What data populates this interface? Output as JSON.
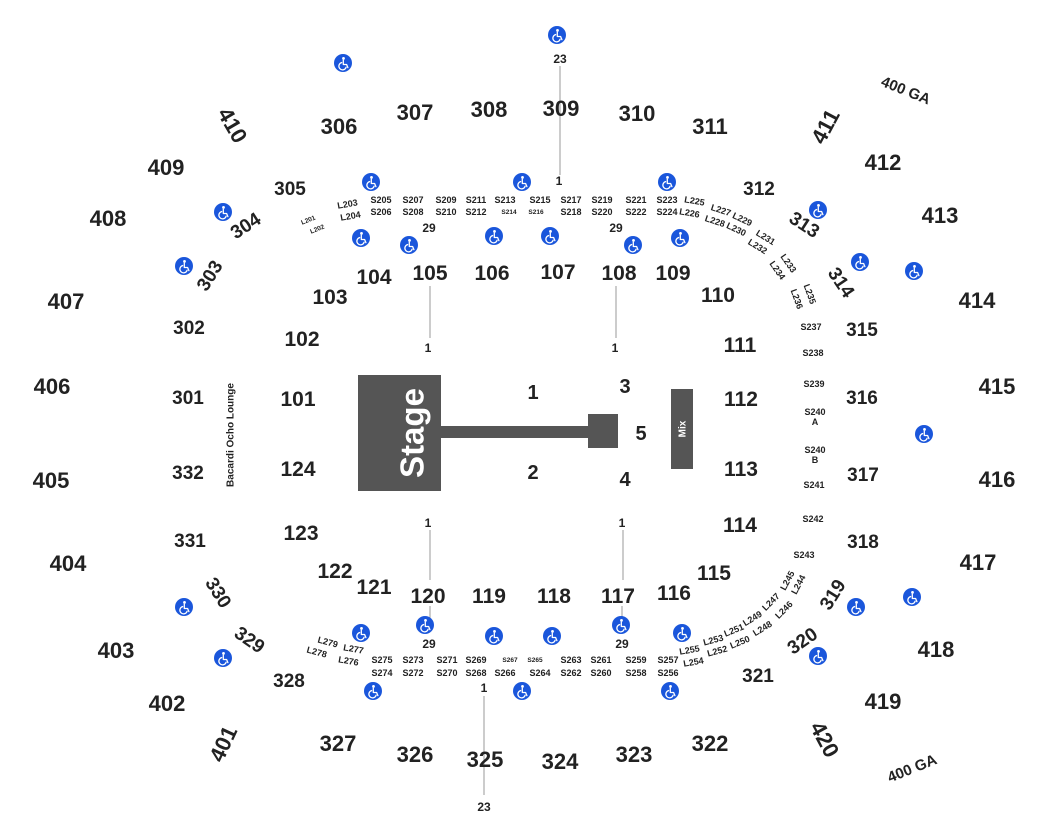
{
  "map": {
    "stage_label": "Stage",
    "mix_label": "Mix",
    "lounge_label": "Bacardi Ocho Lounge",
    "ga_label": "400 GA",
    "floor_sections": [
      "1",
      "2",
      "3",
      "4",
      "5"
    ],
    "aisle_labels": {
      "one": "1",
      "twenty_nine": "29",
      "twenty_three": "23"
    },
    "colors": {
      "stage": "#555555",
      "accessible": "#1a56db",
      "text": "#222222"
    },
    "accessible_icon": "wheelchair-icon",
    "sections_100": [
      "101",
      "102",
      "103",
      "104",
      "105",
      "106",
      "107",
      "108",
      "109",
      "110",
      "111",
      "112",
      "113",
      "114",
      "115",
      "116",
      "117",
      "118",
      "119",
      "120",
      "121",
      "122",
      "123",
      "124"
    ],
    "sections_300": [
      "301",
      "302",
      "303",
      "304",
      "305",
      "306",
      "307",
      "308",
      "309",
      "310",
      "311",
      "312",
      "313",
      "314",
      "315",
      "316",
      "317",
      "318",
      "319",
      "320",
      "321",
      "322",
      "323",
      "324",
      "325",
      "326",
      "327",
      "328",
      "329",
      "330",
      "331",
      "332"
    ],
    "sections_400": [
      "401",
      "402",
      "403",
      "404",
      "405",
      "406",
      "407",
      "408",
      "409",
      "410",
      "411",
      "412",
      "413",
      "414",
      "415",
      "416",
      "417",
      "418",
      "419",
      "420"
    ],
    "suites": [
      "S205",
      "S206",
      "S207",
      "S208",
      "S209",
      "S210",
      "S211",
      "S212",
      "S213",
      "S214",
      "S215",
      "S216",
      "S217",
      "S218",
      "S219",
      "S220",
      "S221",
      "S222",
      "S223",
      "S224",
      "S237",
      "S238",
      "S239",
      "S240 A",
      "S240 B",
      "S241",
      "S242",
      "S243",
      "S256",
      "S257",
      "S258",
      "S259",
      "S260",
      "S261",
      "S262",
      "S263",
      "S264",
      "S265",
      "S266",
      "S267",
      "S268",
      "S269",
      "S270",
      "S271",
      "S272",
      "S273",
      "S274",
      "S275"
    ],
    "loges": [
      "L201",
      "L202",
      "L203",
      "L204",
      "L225",
      "L226",
      "L227",
      "L228",
      "L229",
      "L230",
      "L231",
      "L232",
      "L233",
      "L234",
      "L235",
      "L236",
      "L244",
      "L245",
      "L246",
      "L247",
      "L248",
      "L249",
      "L250",
      "L251",
      "L252",
      "L253",
      "L254",
      "L255",
      "L276",
      "L277",
      "L278",
      "L279"
    ]
  }
}
